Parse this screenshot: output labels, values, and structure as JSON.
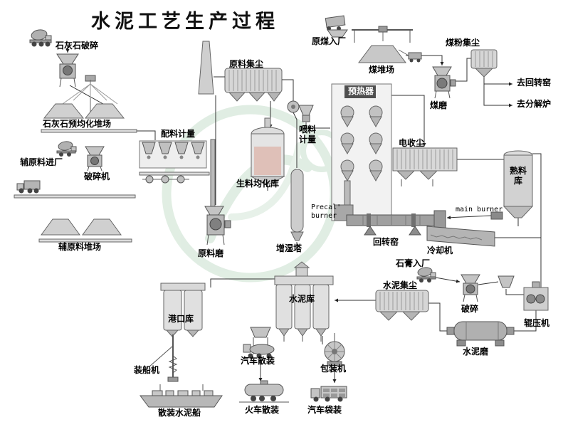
{
  "title": "水泥工艺生产过程",
  "colors": {
    "watermark": "#a8cdb0",
    "preheater_header": "#4f4f4f",
    "equipment_gray": "#c4c4c4"
  },
  "labels": {
    "limestone_crushing": "石灰石破碎",
    "limestone_preblending_yard": "石灰石预均化堆场",
    "aux_material_entry": "辅原料进厂",
    "crusher_machine": "破碎机",
    "aux_material_yard": "辅原料堆场",
    "batching_metering": "配料计量",
    "raw_dust_collection": "原料集尘",
    "raw_meal_homogenizing_silo": "生料均化库",
    "feeding_metering": "喂料计量",
    "raw_mill": "原料磨",
    "humidifying_tower": "增湿塔",
    "raw_coal_entry": "原煤入厂",
    "coal_yard": "煤堆场",
    "coal_dust_collection": "煤粉集尘",
    "coal_mill": "煤磨",
    "to_rotary_kiln": "去回转窑",
    "to_calciner": "去分解炉",
    "preheater": "预热器",
    "esp": "电收尘",
    "precal_burner": "Precal' burner",
    "main_burner": "main burner",
    "rotary_kiln": "回转窑",
    "cooler": "冷却机",
    "clinker_silo": "熟料库",
    "gypsum_entry": "石膏入厂",
    "cement_dust_collection": "水泥集尘",
    "crushing": "破碎",
    "roller_press": "辊压机",
    "cement_mill": "水泥磨",
    "cement_silo": "水泥库",
    "port_silo": "港口库",
    "ship_loader": "装船机",
    "bulk_cement_ship": "散装水泥船",
    "truck_bulk_loading": "汽车散装",
    "train_bulk_loading": "火车散装",
    "packing_machine": "包装机",
    "truck_bag_loading": "汽车袋装"
  }
}
